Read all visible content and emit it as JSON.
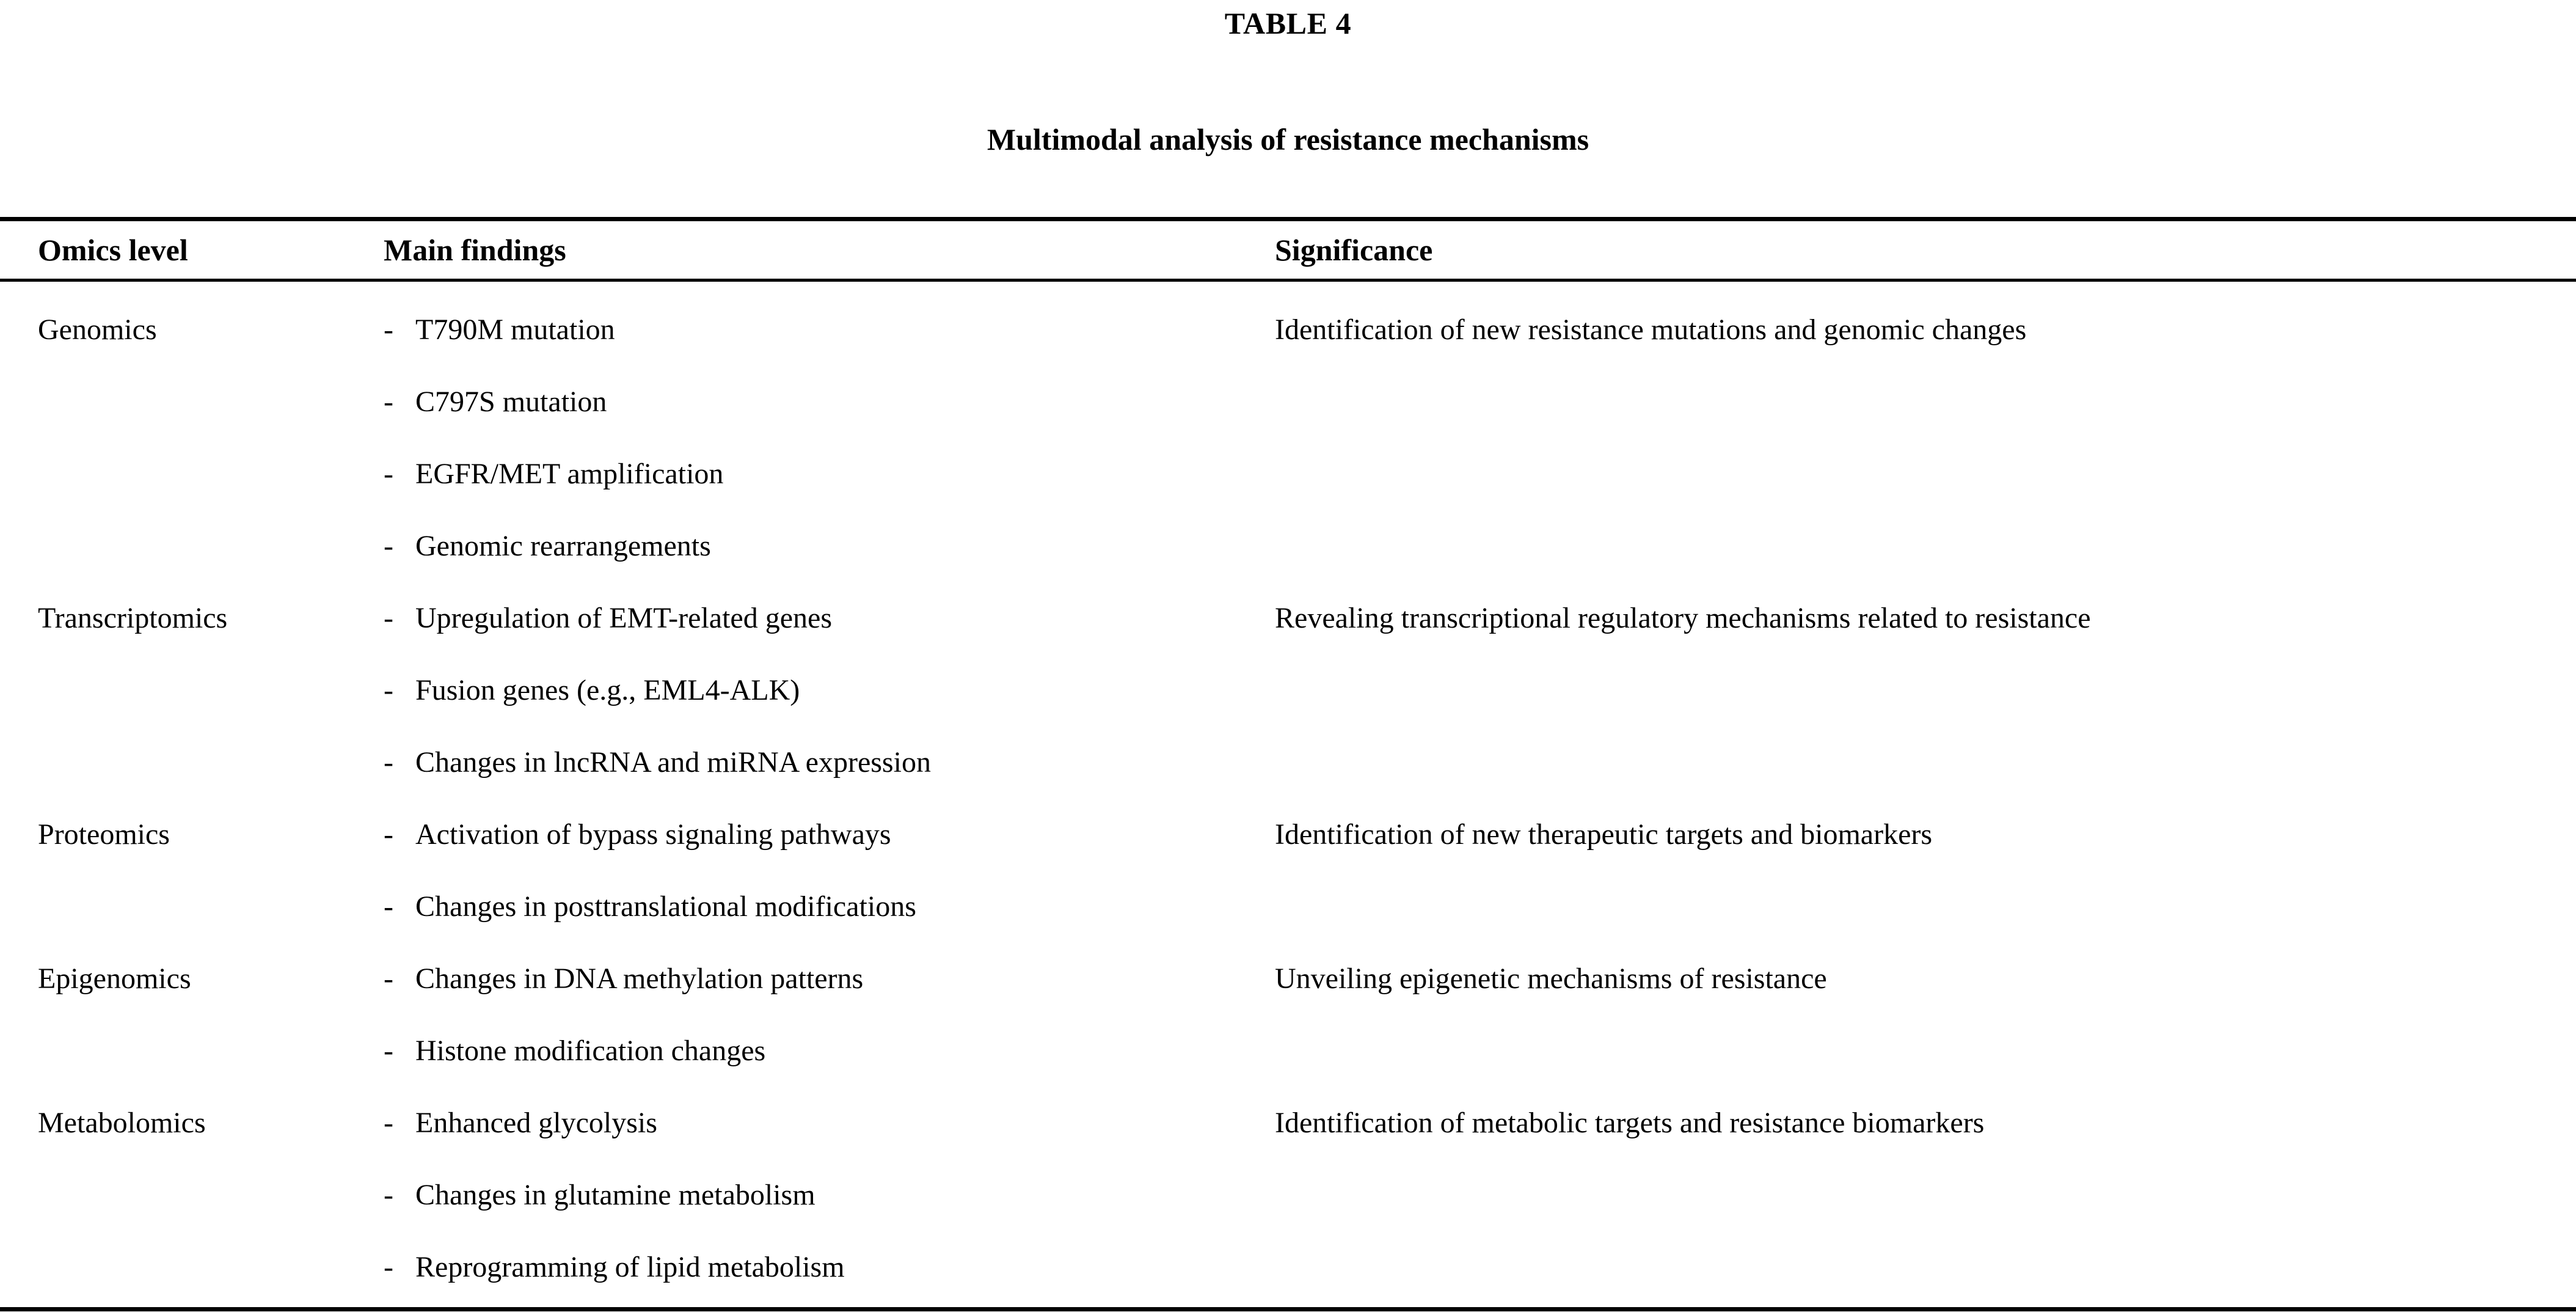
{
  "caption": {
    "table_number": "TABLE 4",
    "table_title": "Multimodal analysis of resistance mechanisms"
  },
  "table": {
    "columns": [
      "Omics level",
      "Main findings",
      "Significance"
    ],
    "bullet_marker": "-",
    "rows": [
      {
        "omics_level": "Genomics",
        "main_findings": [
          "T790M mutation",
          "C797S mutation",
          "EGFR/MET amplification",
          "Genomic rearrangements"
        ],
        "significance": "Identification of new resistance mutations and genomic changes"
      },
      {
        "omics_level": "Transcriptomics",
        "main_findings": [
          "Upregulation of EMT-related genes",
          "Fusion genes (e.g., EML4-ALK)",
          "Changes in lncRNA and miRNA expression"
        ],
        "significance": "Revealing transcriptional regulatory mechanisms related to resistance"
      },
      {
        "omics_level": "Proteomics",
        "main_findings": [
          "Activation of bypass signaling pathways",
          "Changes in posttranslational modifications"
        ],
        "significance": "Identification of new therapeutic targets and biomarkers"
      },
      {
        "omics_level": "Epigenomics",
        "main_findings": [
          "Changes in DNA methylation patterns",
          "Histone modification changes"
        ],
        "significance": "Unveiling epigenetic mechanisms of resistance"
      },
      {
        "omics_level": "Metabolomics",
        "main_findings": [
          "Enhanced glycolysis",
          "Changes in glutamine metabolism",
          "Reprogramming of lipid metabolism"
        ],
        "significance": "Identification of metabolic targets and resistance biomarkers"
      }
    ]
  },
  "colors": {
    "text": "#000000",
    "background": "#ffffff",
    "rule": "#000000"
  }
}
